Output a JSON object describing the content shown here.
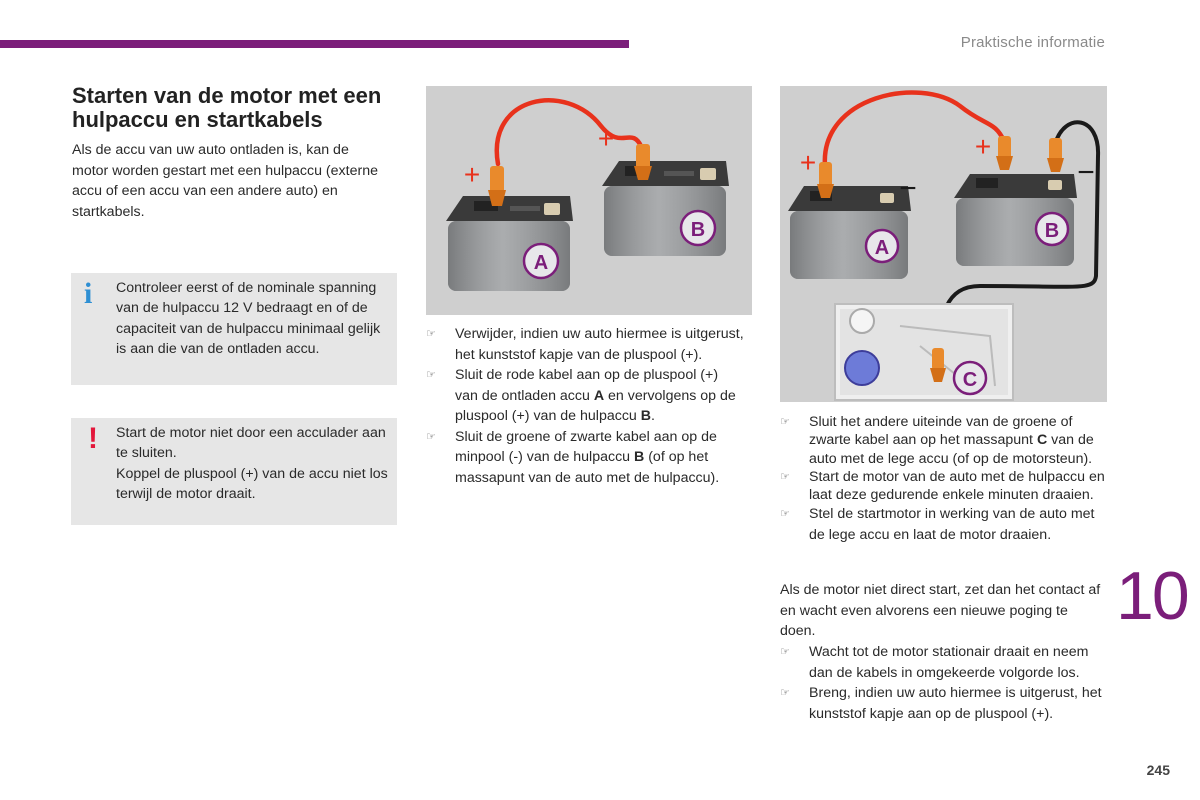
{
  "header": {
    "section": "Praktische informatie"
  },
  "title": "Starten van de motor met een hulpaccu en startkabels",
  "intro": "Als de accu van uw auto ontladen is, kan de motor worden gestart met een hulpaccu (externe accu of een accu van een andere auto) en startkabels.",
  "info_box": {
    "icon": "info-icon",
    "text": "Controleer eerst of de nominale spanning van de hulpaccu 12 V bedraagt en of de capaciteit van de hulpaccu minimaal gelijk is aan die van de ontladen accu."
  },
  "warning_box": {
    "icon": "warning-icon",
    "line1": "Start de motor niet door een acculader aan te sluiten.",
    "line2": "Koppel de pluspool (+) van de accu niet los terwijl de motor draait."
  },
  "figure1": {
    "label_a": "A",
    "label_b": "B",
    "plus": "+"
  },
  "figure2": {
    "label_a": "A",
    "label_b": "B",
    "label_c": "C",
    "plus": "+",
    "minus": "−"
  },
  "steps_col1": [
    {
      "pre": "Verwijder, indien uw auto hiermee is uitgerust, het kunststof kapje van de pluspool (+).",
      "bold": "",
      "post": "",
      "bold2": "",
      "post2": ""
    },
    {
      "pre": "Sluit de rode kabel aan op de pluspool (+) van de ontladen accu ",
      "bold": "A",
      "post": " en vervolgens op de pluspool (+) van de hulpaccu ",
      "bold2": "B",
      "post2": "."
    },
    {
      "pre": "Sluit de groene of zwarte kabel aan op de minpool (-) van de hulpaccu ",
      "bold": "B",
      "post": " (of op het massapunt van de auto met de hulpaccu).",
      "bold2": "",
      "post2": ""
    }
  ],
  "steps_col2": [
    {
      "pre": "Sluit het andere uiteinde van de groene of zwarte kabel aan op het massapunt ",
      "bold": "C",
      "post": " van de auto met de lege accu (of op de motorsteun)."
    },
    {
      "pre": "Start de motor van de auto met de hulpaccu en laat deze gedurende enkele minuten draaien.",
      "bold": "",
      "post": ""
    },
    {
      "pre": "Stel de startmotor in werking van de auto met de lege accu en laat de motor draaien.",
      "bold": "",
      "post": ""
    }
  ],
  "paragraph": "Als de motor niet direct start, zet dan het contact af en wacht even alvorens een nieuwe poging te doen.",
  "steps_col3": [
    {
      "text": "Wacht tot de motor stationair draait en neem dan de kabels in omgekeerde volgorde los."
    },
    {
      "text": "Breng, indien uw auto hiermee is uitgerust, het kunststof kapje aan op de pluspool (+)."
    }
  ],
  "bullet_glyph": "☞",
  "chapter_number": "10",
  "page_number": "245",
  "colors": {
    "accent": "#7b1e7a",
    "info": "#2e8fd3",
    "warning": "#e3173b",
    "red_cable": "#e8321c",
    "black_cable": "#1a1a1a",
    "clamp": "#e98a2c"
  }
}
